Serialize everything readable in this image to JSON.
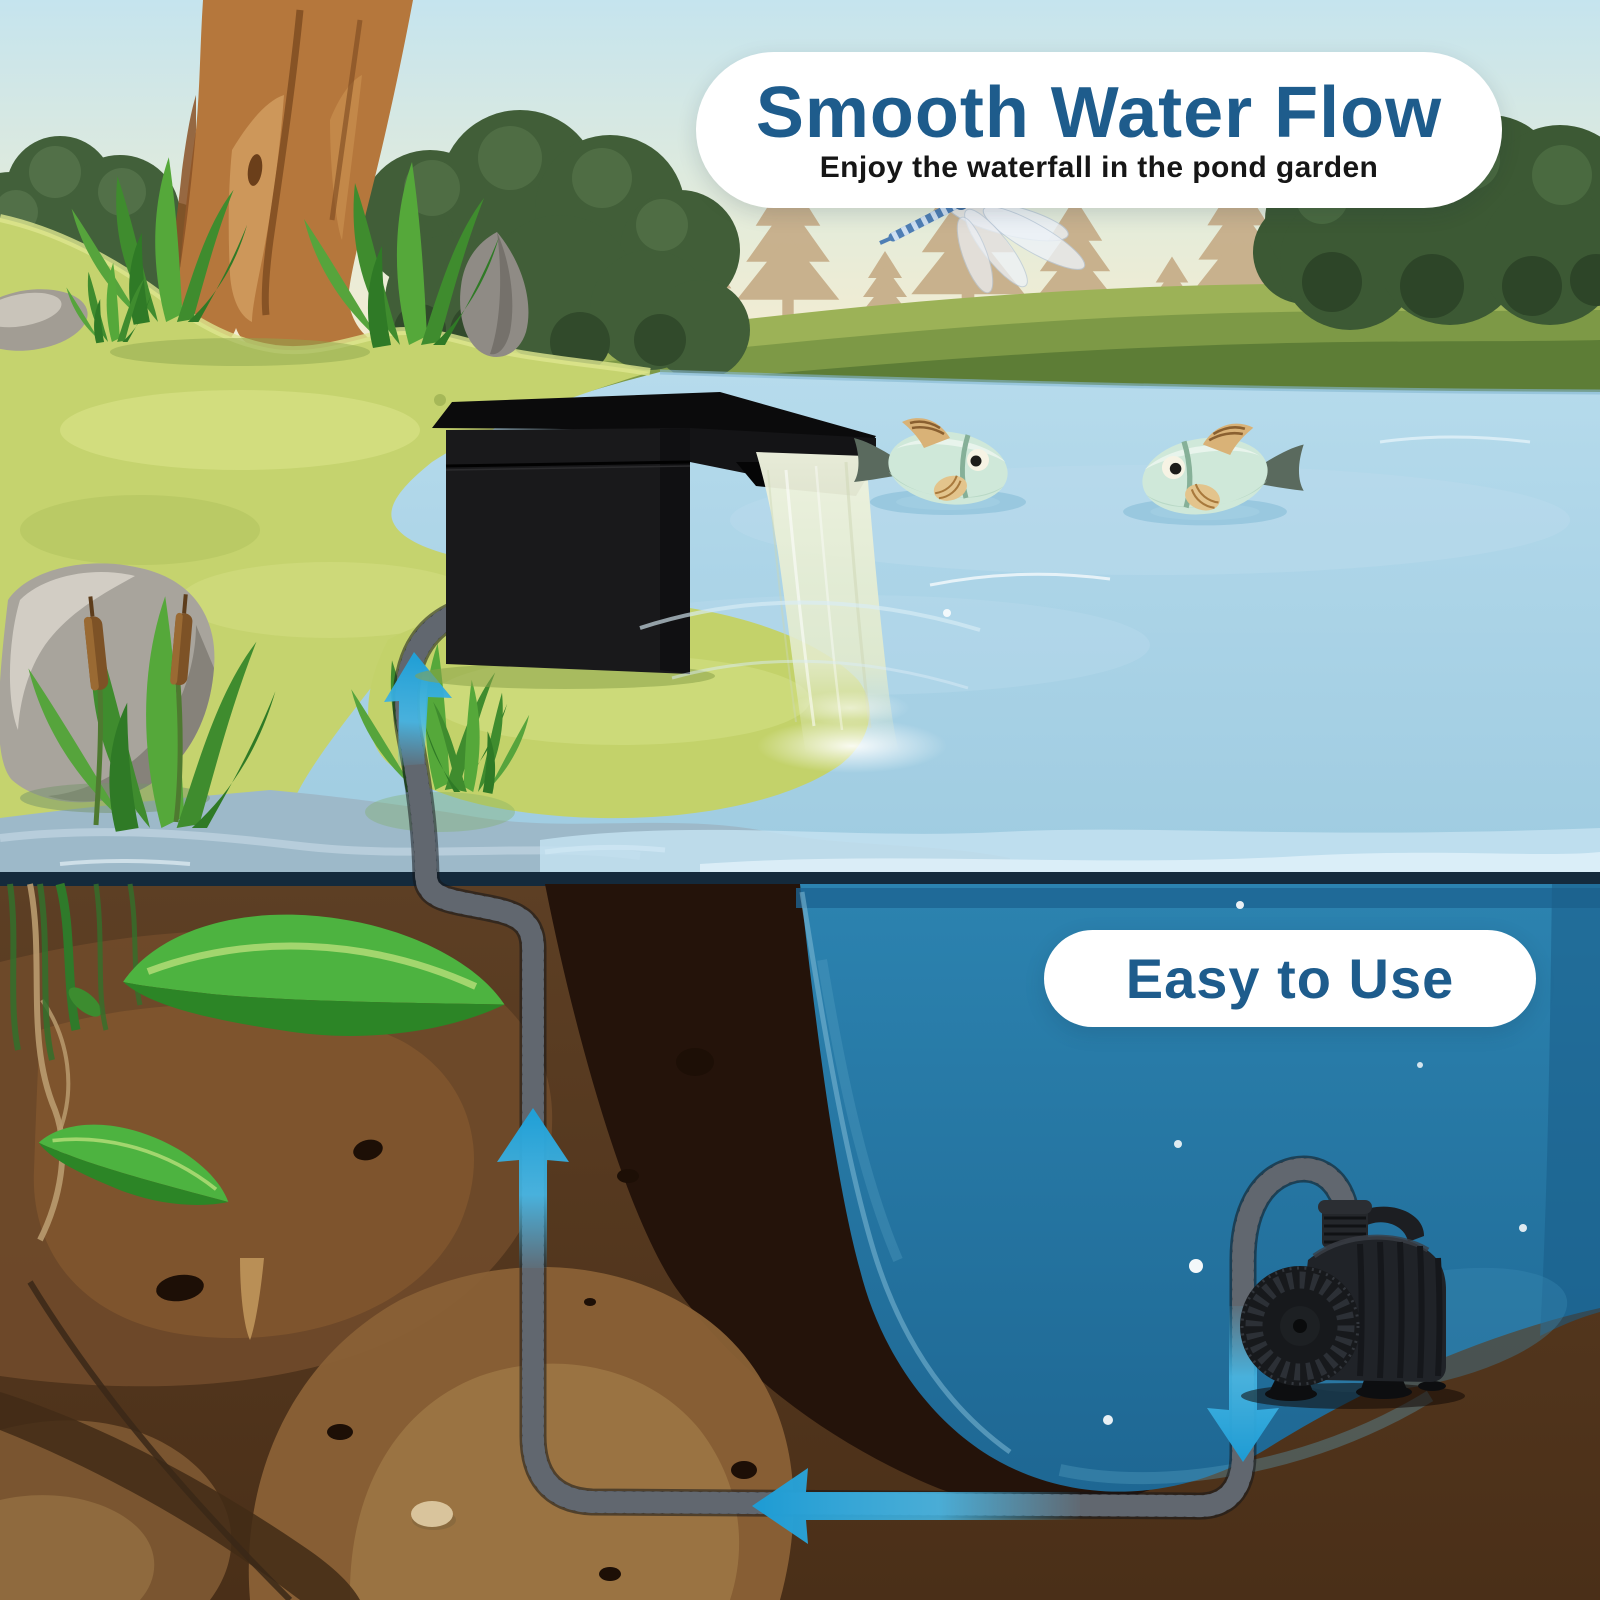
{
  "banner": {
    "title": "Smooth Water Flow",
    "subtitle": "Enjoy the waterfall in the pond garden"
  },
  "callout": {
    "label": "Easy to Use"
  },
  "palette": {
    "heading_blue": "#1e5c8c",
    "subtitle_black": "#161616",
    "pill_white": "#ffffff",
    "flow_arrow_blue": "#2aa6dc",
    "pond_surface_blue": "#a9d2e6",
    "pond_deep_blue": "#2479a6",
    "grass_bank_green": "#c5d36e",
    "foliage_green": "#42603a",
    "soil_brown": "#5d3f24",
    "tree_trunk_brown": "#b5773c",
    "equipment_black": "#1b1d20"
  },
  "icons": {
    "spillway_box": "black waterfall spillway box",
    "waterfall": "water sheet pouring into pond",
    "pond_pump": "black submersible pump with suction feet",
    "hose": "corrugated black tubing loop",
    "flow_arrows": "cyan arrows showing water circulation",
    "fish": "two koi fish at pond surface",
    "dragonfly": "dragonfly with translucent wings"
  }
}
